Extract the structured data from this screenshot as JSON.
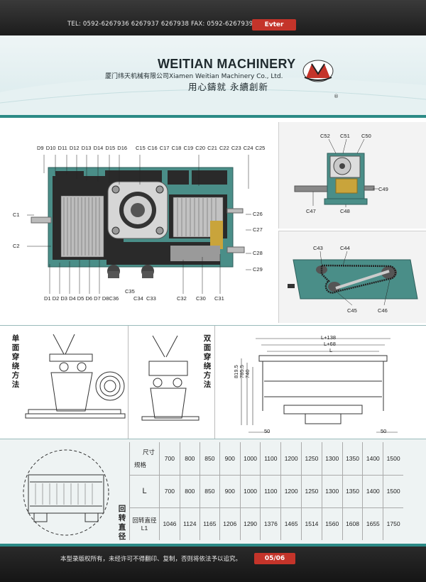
{
  "top_bar": {
    "contact": "TEL: 0592-6267936  6267937  6267938    FAX: 0592-6267939",
    "button": "Evter"
  },
  "header": {
    "title": "WEITIAN MACHINERY",
    "company": "厦门纬天机械有限公司Xiamen Weitian Machinery Co., Ltd.",
    "slogan": "用心鑄就  永續創新",
    "registered": "®",
    "colors": {
      "accent": "#2b8a86",
      "brand_red": "#c4342a"
    }
  },
  "diagram_labels": {
    "top_left": [
      "D9",
      "D10",
      "D11",
      "D12",
      "D13",
      "D14",
      "D15",
      "D16"
    ],
    "top_right": [
      "C15",
      "C16",
      "C17",
      "C18",
      "C19",
      "C20",
      "C21",
      "C22",
      "C23",
      "C24",
      "C25"
    ],
    "left": [
      "C1",
      "C2"
    ],
    "right": [
      "C26",
      "C27",
      "C28",
      "C29"
    ],
    "bottom_d": [
      "D1",
      "D2",
      "D3",
      "D4",
      "D5",
      "D6",
      "D7",
      "D8",
      "C36"
    ],
    "bottom_c": [
      "C35",
      "C34",
      "C33",
      "C32",
      "C30",
      "C31"
    ],
    "panel1": [
      "C52",
      "C51",
      "C50",
      "C49",
      "C47",
      "C48"
    ],
    "panel2": [
      "C43",
      "C44",
      "C45",
      "C46"
    ]
  },
  "threading": {
    "single_title": "单面穿绕方法",
    "double_title": "双面穿绕方法",
    "dims_top": [
      "L+138",
      "L+68",
      "L"
    ],
    "dims_left": [
      "819.5",
      "785.5",
      "740"
    ],
    "dims_bottom": [
      "50",
      "50"
    ]
  },
  "spec_table": {
    "rotation_title": "回转直径",
    "row_header_top": "尺寸",
    "row_header_bottom": "规格",
    "row2_header": "L",
    "row3_header_line1": "回转直径",
    "row3_header_line2": "L1",
    "sizes": [
      "700",
      "800",
      "850",
      "900",
      "1000",
      "1100",
      "1200",
      "1250",
      "1300",
      "1350",
      "1400",
      "1500"
    ],
    "L": [
      "700",
      "800",
      "850",
      "900",
      "1000",
      "1100",
      "1200",
      "1250",
      "1300",
      "1350",
      "1400",
      "1500"
    ],
    "L1": [
      "1046",
      "1124",
      "1165",
      "1206",
      "1290",
      "1376",
      "1465",
      "1514",
      "1560",
      "1608",
      "1655",
      "1750"
    ]
  },
  "footer": {
    "copyright": "本型录版权所有，未经许可不得翻印、复制，否则将依法予以追究。",
    "page": "05/06"
  }
}
